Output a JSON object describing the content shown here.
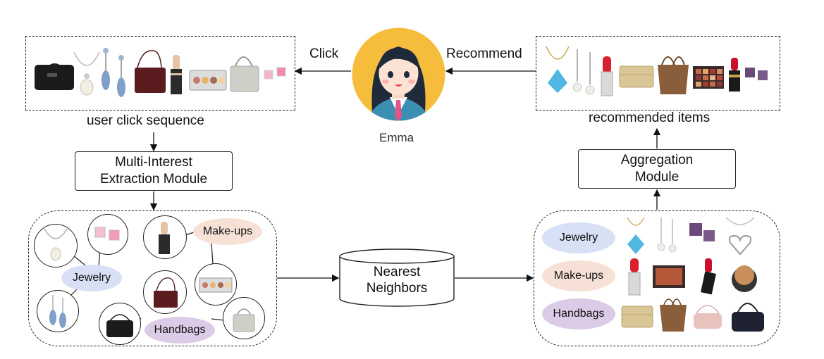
{
  "labels": {
    "click": "Click",
    "recommend": "Recommend",
    "user_name": "Emma",
    "user_click_sequence": "user click sequence",
    "recommended_items": "recommended items",
    "multi_interest_line1": "Multi-Interest",
    "multi_interest_line2": "Extraction Module",
    "aggregation_line1": "Aggregation",
    "aggregation_line2": "Module",
    "nearest_line1": "Nearest",
    "nearest_line2": "Neighbors"
  },
  "interests_left": {
    "jewelry": "Jewelry",
    "makeups": "Make-ups",
    "handbags": "Handbags"
  },
  "interests_right": {
    "jewelry": "Jewelry",
    "makeups": "Make-ups",
    "handbags": "Handbags"
  },
  "colors": {
    "jewelry_oval": "#d7e0f5",
    "makeups_oval": "#f7e1d6",
    "handbags_oval": "#dccbe6",
    "avatar_bg": "#f6bd3c"
  }
}
